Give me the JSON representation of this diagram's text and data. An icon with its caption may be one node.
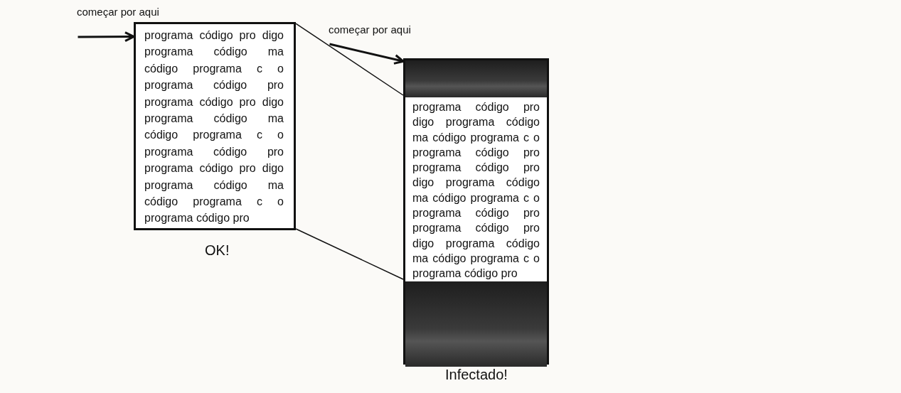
{
  "diagram": {
    "nodes": [
      {
        "text": [
          "começar por aqui"
        ]
      },
      {
        "text": [
          "programa código pro digo programa código ma código programa c o programa código pro programa código pro digo programa código ma código programa c o programa código pro programa código pro digo programa código ma código programa c o programa código pro"
        ],
        "beside": [
          "OK!"
        ]
      },
      {
        "text": [
          "começar por aqui"
        ]
      },
      {
        "text": [],
        "shape": "box",
        "beside": [
          "Infectado!"
        ]
      },
      {
        "text": [],
        "shape": "bar",
        "in": 3
      },
      {
        "text": [
          "programa código pro digo programa código ma código programa c o programa código pro programa código pro digo programa código ma código programa c o programa código pro programa código pro digo programa código ma código programa c o programa código pro"
        ],
        "in": 3
      },
      {
        "text": [],
        "shape": "bar",
        "in": 3
      }
    ],
    "edges": [
      {
        "from": 0,
        "to": 1,
        "arrow": "to"
      },
      {
        "from": 2,
        "to": 3,
        "arrow": "to"
      },
      {
        "from": 1,
        "to": 5,
        "arrow": "none"
      },
      {
        "from": 1,
        "to": 5,
        "arrow": "none"
      }
    ]
  }
}
